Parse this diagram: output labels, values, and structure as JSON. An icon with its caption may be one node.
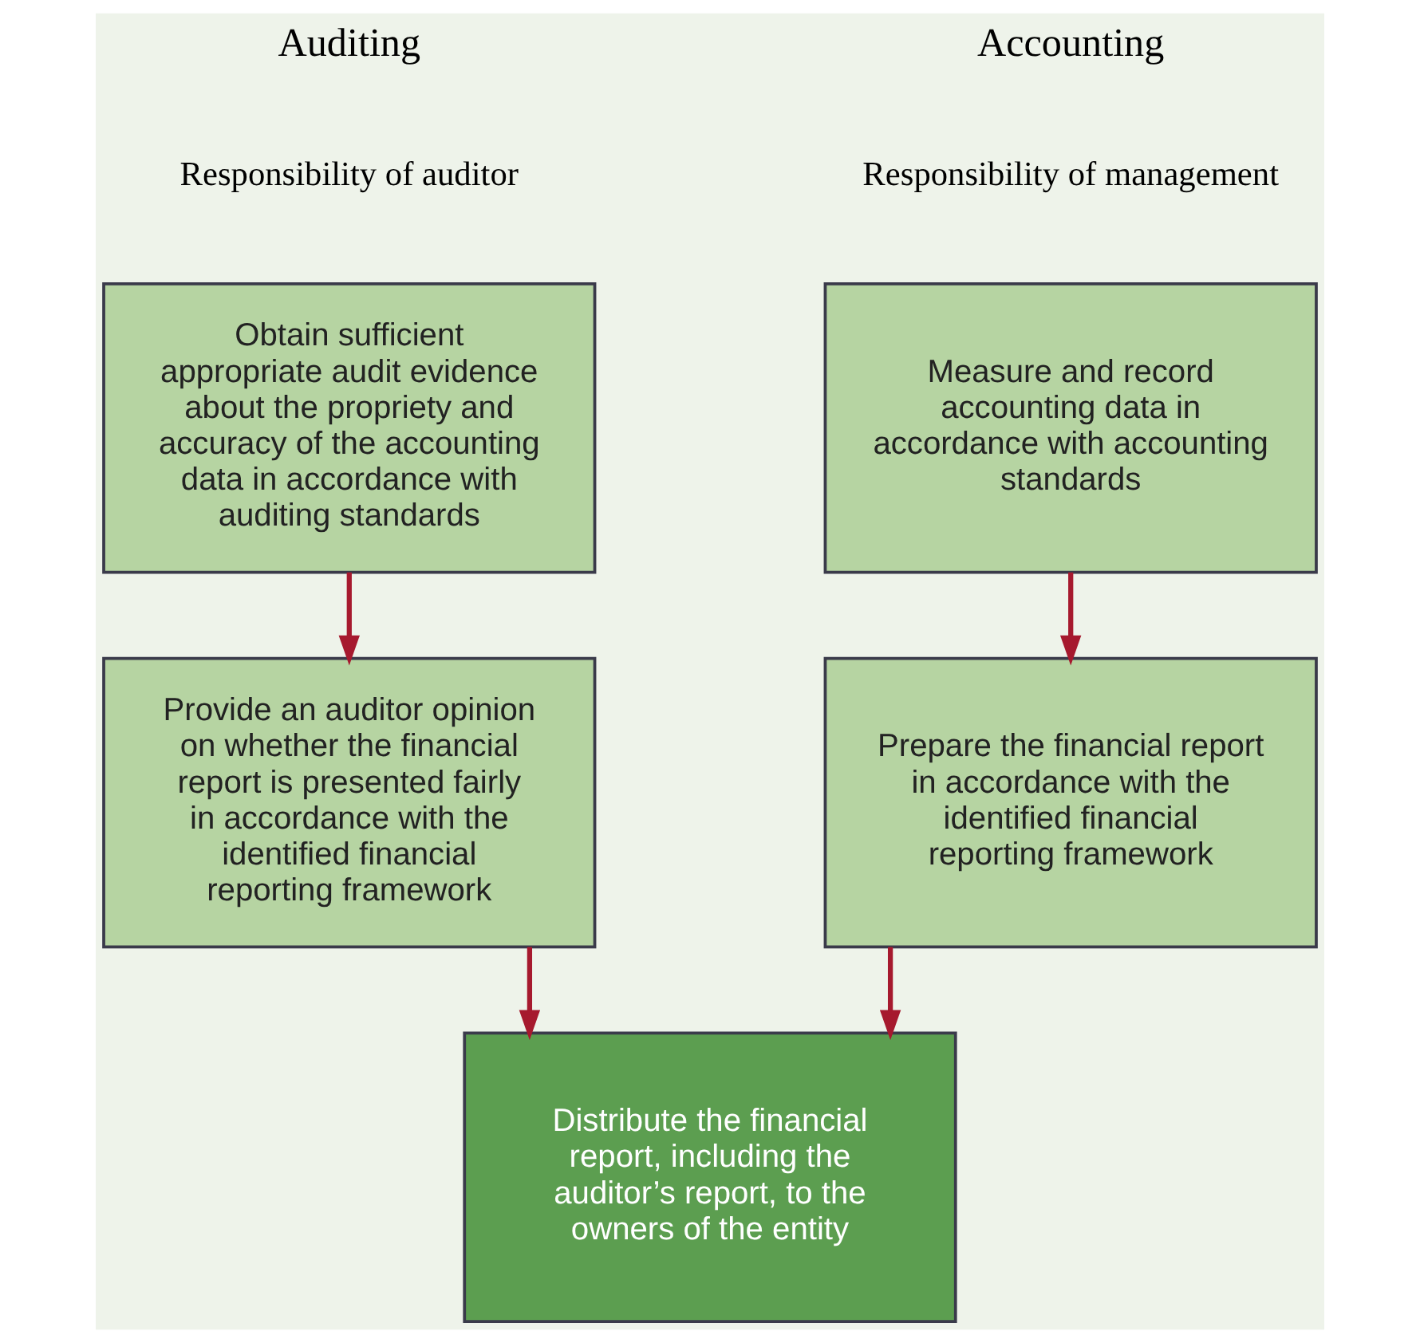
{
  "diagram": {
    "nodes": [
      {
        "text": [
          "Measure and record accounting data in accordance with accounting standards"
        ]
      },
      {
        "text": [
          "Obtain sufficient appropriate audit evidence about the propriety and accuracy of the accounting data in accordance with auditing standards"
        ]
      },
      {
        "text": [
          "Prepare the financial report in accordance with the identified financial reporting framework"
        ]
      },
      {
        "text": [
          "Provide an auditor opinion on whether the financial report is presented fairly in accordance with the identified financial reporting framework"
        ]
      },
      {
        "text": [
          "Distribute the financial report, including the auditor’s report, to the owners of the entity"
        ]
      }
    ],
    "edges": [
      {
        "from": 0,
        "to": 2,
        "arrow": "to"
      },
      {
        "from": 1,
        "to": 3,
        "arrow": "to"
      },
      {
        "from": 2,
        "to": 4,
        "arrow": "to"
      },
      {
        "from": 3,
        "to": 4,
        "arrow": "to"
      }
    ],
    "labels": [
      "Accounting",
      "Responsibility of management",
      "Auditing",
      "Responsibility of auditor"
    ]
  }
}
